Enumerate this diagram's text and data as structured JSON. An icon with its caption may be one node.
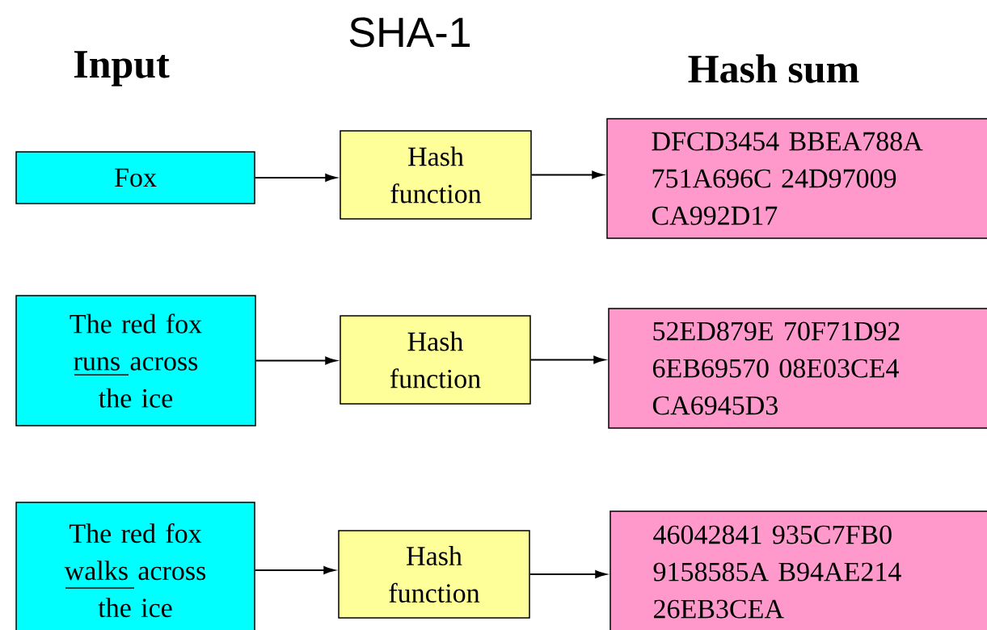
{
  "diagram": {
    "title": "SHA-1",
    "nodes": [
      {
        "text": [
          "Fox"
        ]
      },
      {
        "text": [
          "Hash function"
        ]
      },
      {
        "text": [
          "DFCD3454 BBEA788A 751A696C 24D97009 CA992D17"
        ]
      },
      {
        "text": [
          "The red fox runs across the ice"
        ]
      },
      {
        "text": [
          "Hash function"
        ]
      },
      {
        "text": [
          "52ED879E 70F71D92 6EB69570 08E03CE4 CA6945D3"
        ]
      },
      {
        "text": [
          "The red fox walks across the ice"
        ]
      },
      {
        "text": [
          "Hash function"
        ]
      },
      {
        "text": [
          "46042841 935C7FB0 9158585A B94AE214 26EB3CEA"
        ]
      }
    ],
    "edges": [
      {
        "from": 0,
        "to": 1,
        "arrow": "to"
      },
      {
        "from": 1,
        "to": 2,
        "arrow": "to"
      },
      {
        "from": 3,
        "to": 4,
        "arrow": "to"
      },
      {
        "from": 4,
        "to": 5,
        "arrow": "to"
      },
      {
        "from": 6,
        "to": 7,
        "arrow": "to"
      },
      {
        "from": 7,
        "to": 8,
        "arrow": "to"
      }
    ],
    "labels": [
      "Input",
      "Hash sum"
    ]
  }
}
